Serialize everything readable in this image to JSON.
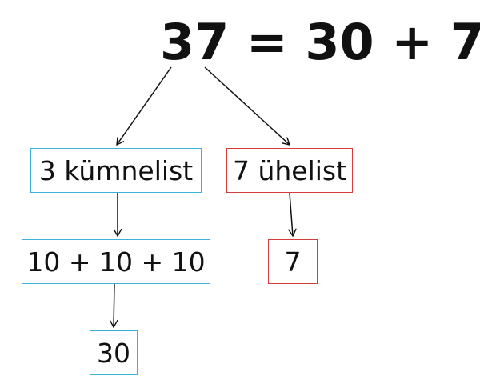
{
  "equation": {
    "text": "37 = 30 + 7"
  },
  "tens_branch": {
    "label": "3 kümnelist",
    "sum": "10 + 10 + 10",
    "total": "30",
    "border_color": "#3cb0d8"
  },
  "ones_branch": {
    "label": "7 ühelist",
    "value": "7",
    "border_color": "#d63c3c"
  },
  "arrow_color": "#111111"
}
